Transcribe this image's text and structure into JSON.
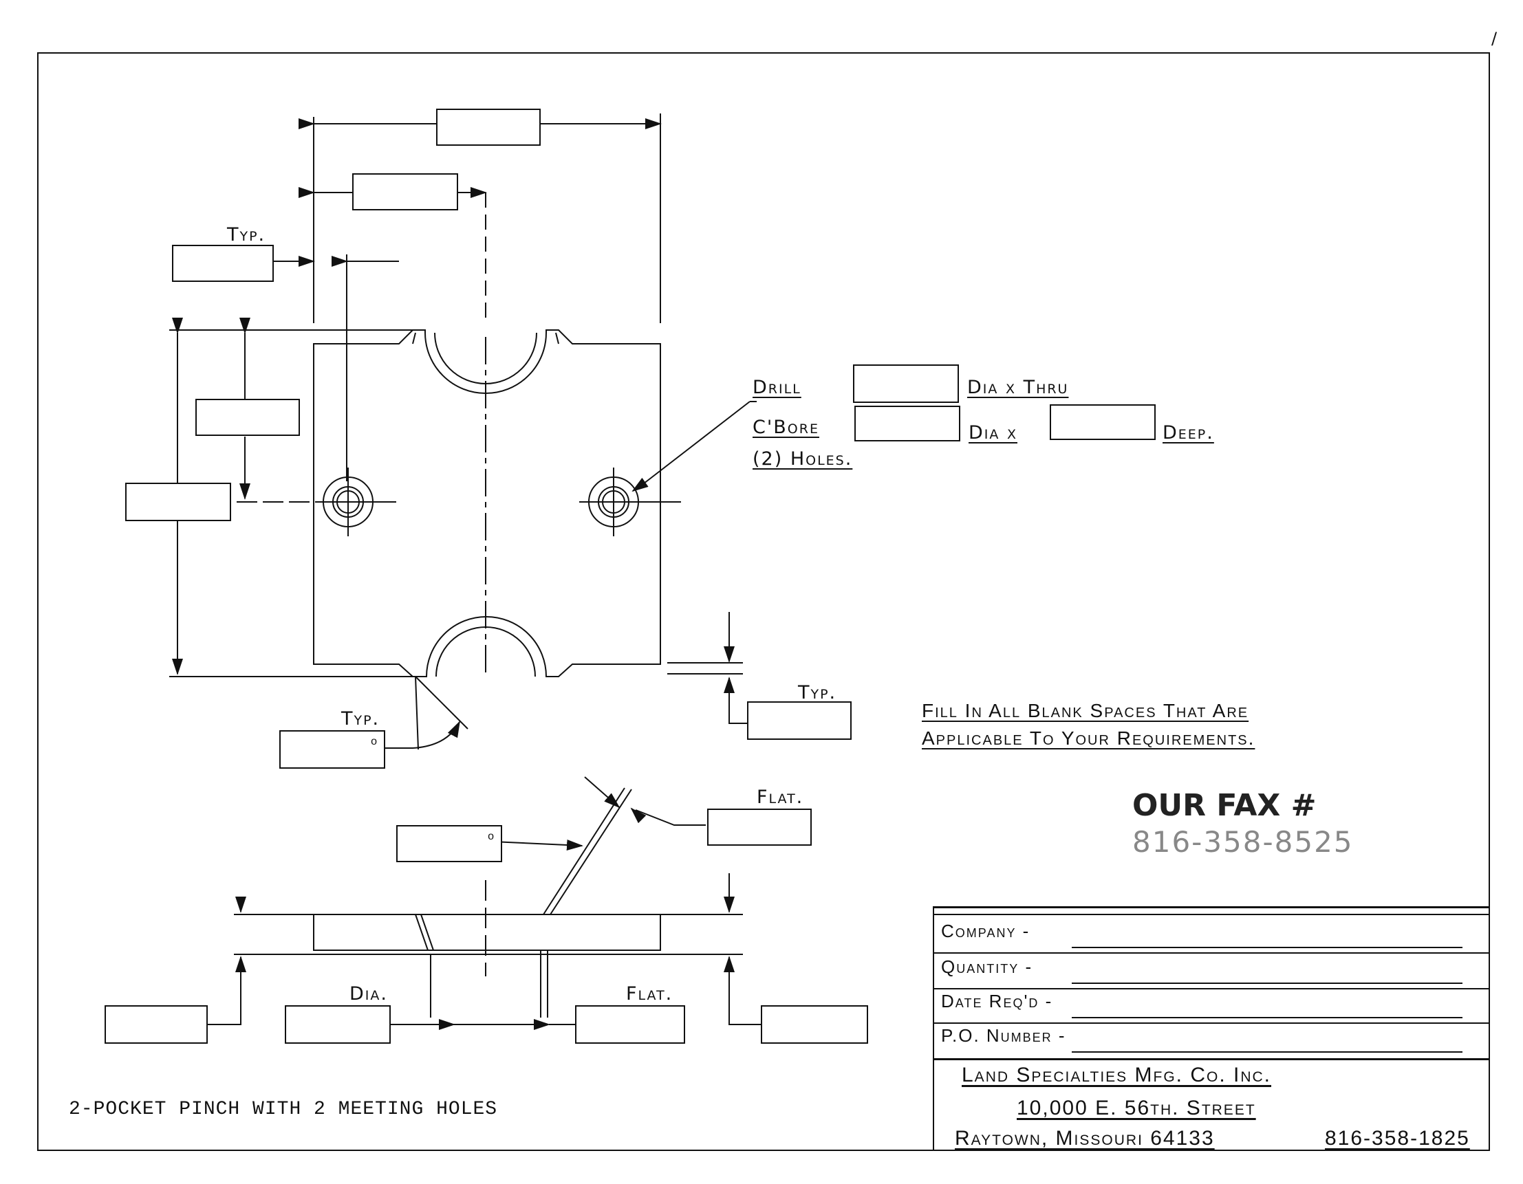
{
  "caption": "2-POCKET PINCH WITH 2 MEETING HOLES",
  "labels": {
    "typ": "Typ.",
    "dia": "Dia.",
    "flat": "Flat.",
    "degree": "o"
  },
  "hole_spec": {
    "drill": "Drill",
    "dia_thru": "Dia x Thru",
    "cbore": "C'Bore",
    "dia_x": "Dia x",
    "deep": "Deep.",
    "holes": "(2) Holes."
  },
  "instructions": {
    "line1": "Fill In All Blank Spaces That Are",
    "line2": "Applicable To Your Requirements."
  },
  "fax": {
    "label": "OUR FAX #",
    "number": "816-358-8525"
  },
  "title_block": {
    "fields": [
      "Company -",
      "Quantity -",
      "Date Req'd -",
      "P.O. Number -"
    ],
    "company_name": "Land Specialties Mfg. Co. Inc.",
    "street": "10,000 E. 56th. Street",
    "city_state_zip": "Raytown, Missouri 64133",
    "phone": "816-358-1825"
  },
  "marks": {
    "page_number": "/"
  }
}
